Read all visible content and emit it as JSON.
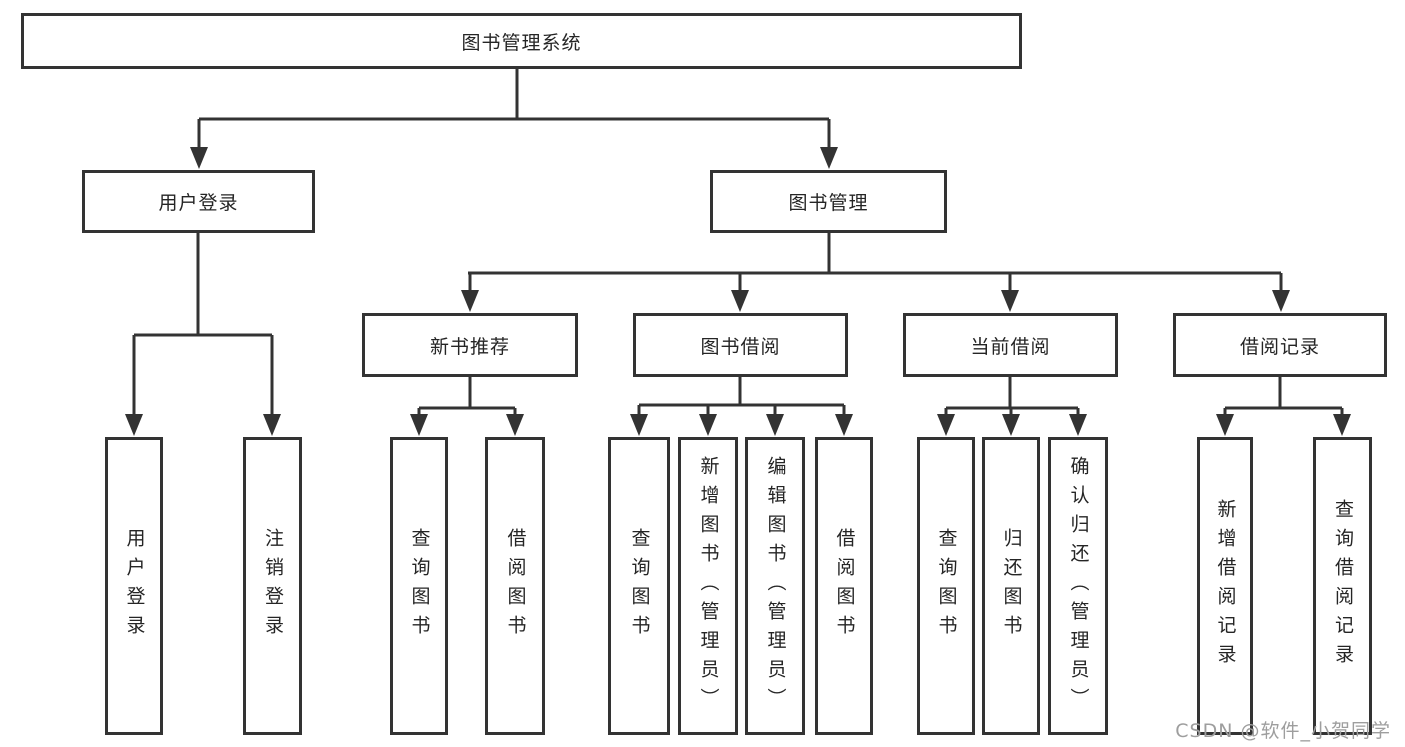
{
  "diagram": {
    "title": "图书管理系统",
    "root": {
      "label": "图书管理系统"
    },
    "level2": [
      {
        "label": "用户登录"
      },
      {
        "label": "图书管理"
      }
    ],
    "level3": [
      {
        "label": "新书推荐"
      },
      {
        "label": "图书借阅"
      },
      {
        "label": "当前借阅"
      },
      {
        "label": "借阅记录"
      }
    ],
    "leaves": [
      {
        "label": "用户登录",
        "parent": "用户登录"
      },
      {
        "label": "注销登录",
        "parent": "用户登录"
      },
      {
        "label": "查询图书",
        "parent": "新书推荐"
      },
      {
        "label": "借阅图书",
        "parent": "新书推荐"
      },
      {
        "label": "查询图书",
        "parent": "图书借阅"
      },
      {
        "label": "新增图书（管理员）",
        "parent": "图书借阅"
      },
      {
        "label": "编辑图书（管理员）",
        "parent": "图书借阅"
      },
      {
        "label": "借阅图书",
        "parent": "图书借阅"
      },
      {
        "label": "查询图书",
        "parent": "当前借阅"
      },
      {
        "label": "归还图书",
        "parent": "当前借阅"
      },
      {
        "label": "确认归还（管理员）",
        "parent": "当前借阅"
      },
      {
        "label": "新增借阅记录",
        "parent": "借阅记录"
      },
      {
        "label": "查询借阅记录",
        "parent": "借阅记录"
      }
    ]
  },
  "watermark": {
    "text": "CSDN @软件_小贺同学"
  },
  "colors": {
    "line": "#333333",
    "box_border": "#333333",
    "text": "#252525",
    "background": "#ffffff",
    "watermark_text": "#9e9e9e"
  }
}
